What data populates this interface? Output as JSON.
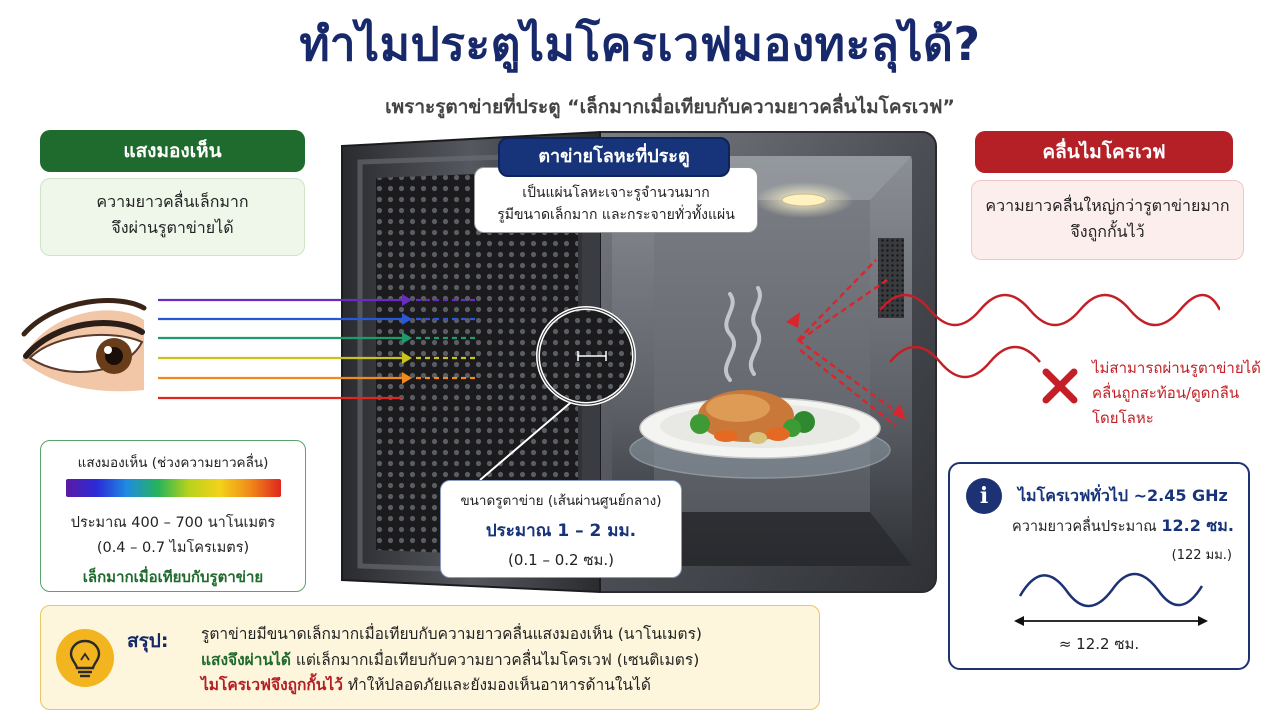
{
  "header": {
    "title": "ทำไมประตูไมโครเวฟมองทะลุได้?",
    "subtitle": "เพราะรูตาข่ายที่ประตู “เล็กมากเมื่อเทียบกับความยาวคลื่นไมโครเวฟ”"
  },
  "visible_light": {
    "title": "แสงมองเห็น",
    "line1": "ความยาวคลื่นเล็กมาก",
    "line2": "จึงผ่านรูตาข่ายได้"
  },
  "mesh": {
    "title": "ตาข่ายโลหะที่ประตู",
    "line1": "เป็นแผ่นโลหะเจาะรูจำนวนมาก",
    "line2": "รูมีขนาดเล็กมาก และกระจายทั่วทั้งแผ่น"
  },
  "microwave": {
    "title": "คลื่นไมโครเวฟ",
    "line1": "ความยาวคลื่นใหญ่กว่ารูตาข่ายมาก",
    "line2": "จึงถูกกั้นไว้"
  },
  "spectrum": {
    "title": "แสงมองเห็น (ช่วงความยาวคลื่น)",
    "range_nm": "ประมาณ 400 – 700 นาโนเมตร",
    "range_um": "(0.4 – 0.7 ไมโครเมตร)",
    "note": "เล็กมากเมื่อเทียบกับรูตาข่าย"
  },
  "hole_size": {
    "title": "ขนาดรูตาข่าย (เส้นผ่านศูนย์กลาง)",
    "value_mm": "ประมาณ 1 – 2 มม.",
    "value_cm": "(0.1 – 0.2 ซม.)"
  },
  "blocked": {
    "line1": "ไม่สามารถผ่านรูตาข่ายได้",
    "line2": "คลื่นถูกสะท้อน/ดูดกลืน",
    "line3": "โดยโลหะ"
  },
  "frequency": {
    "title": "ไมโครเวฟทั่วไป ~2.45 GHz",
    "wavelength_label": "ความยาวคลื่นประมาณ",
    "wavelength_value": "12.2 ซม.",
    "wavelength_mm": "(122 มม.)",
    "span_label": "≈ 12.2 ซม.",
    "info_glyph": "i"
  },
  "summary": {
    "label": "สรุป:",
    "line1": "รูตาข่ายมีขนาดเล็กมากเมื่อเทียบกับความยาวคลื่นแสงมองเห็น (นาโนเมตร)",
    "line2_bold": "แสงจึงผ่านได้",
    "line2_rest": " แต่เล็กมากเมื่อเทียบกับความยาวคลื่นไมโครเวฟ (เซนติเมตร)",
    "line3_bold": "ไมโครเวฟจึงถูกกั้นไว้",
    "line3_rest": " ทำให้ปลอดภัยและยังมองเห็นอาหารด้านในได้"
  },
  "colors": {
    "title_navy": "#18296b",
    "visible_green": "#1f6b2d",
    "mesh_navy": "#17347a",
    "microwave_red": "#b52026",
    "light_rays": [
      "#6a2bbf",
      "#2a56d8",
      "#1f9a6a",
      "#c9c21c",
      "#f08a1a",
      "#e0261e"
    ]
  },
  "icons": [
    "eye-icon",
    "lightbulb-icon",
    "info-icon",
    "x-mark-icon",
    "magnifier-icon",
    "steam-icon"
  ]
}
